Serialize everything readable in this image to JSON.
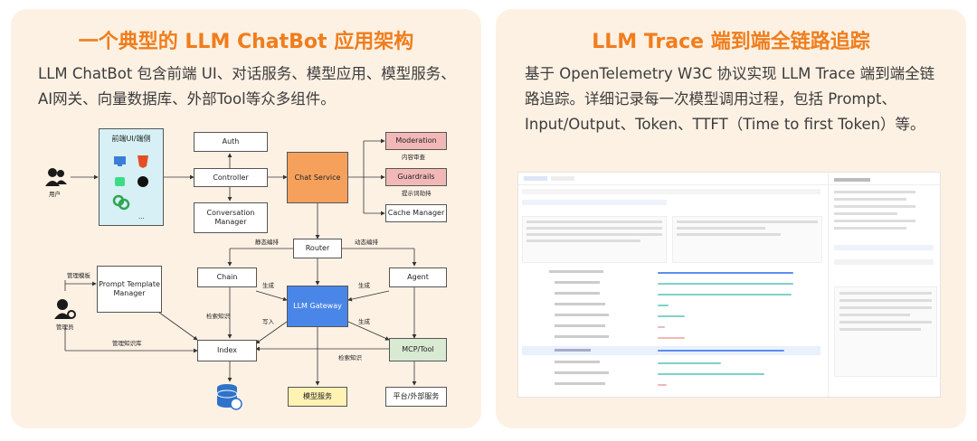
{
  "left": {
    "title": "一个典型的 LLM ChatBot 应用架构",
    "desc": "LLM ChatBot 包含前端 UI、对话服务、模型应用、模型服务、AI网关、向量数据库、外部Tool等众多组件。",
    "diagram": {
      "user": "用户",
      "admin": "管理员",
      "frontend": "前端UI/端侧",
      "auth": "Auth",
      "controller": "Controller",
      "conv_mgr": "Conversation Manager",
      "chat_service": "Chat Service",
      "moderation": "Moderation",
      "guardrails": "Guardrails",
      "cache_mgr": "Cache Manager",
      "content_audit": "内容审查",
      "prompt_hijack": "提示词劫持",
      "router": "Router",
      "static_orch": "静态编排",
      "dynamic_orch": "动态编排",
      "chain": "Chain",
      "agent": "Agent",
      "llm_gateway": "LLM Gateway",
      "prompt_tpl": "Prompt Template Manager",
      "mgmt_tpl": "管理模板",
      "mgmt_kb": "管理知识库",
      "index": "Index",
      "mcp": "MCP/Tool",
      "model_svc": "模型服务",
      "platform_svc": "平台/外部服务",
      "gen": "生成",
      "retrieve": "检索知识",
      "write": "写入",
      "more": "..."
    }
  },
  "right": {
    "title": "LLM Trace 端到端全链路追踪",
    "desc": "基于 OpenTelemetry W3C 协议实现 LLM Trace 端到端全链路追踪。详细记录每一次模型调用过程，包括 Prompt、Input/Output、Token、TTFT（Time to first Token）等。"
  },
  "colors": {
    "accent": "#f07d1c",
    "chat_service": "#f5a15c",
    "llm_gateway": "#4a86e8",
    "moderation": "#f2b8b8",
    "frontend": "#d6f0f5",
    "mcp": "#d9ead3",
    "model_svc": "#fff2b3"
  }
}
